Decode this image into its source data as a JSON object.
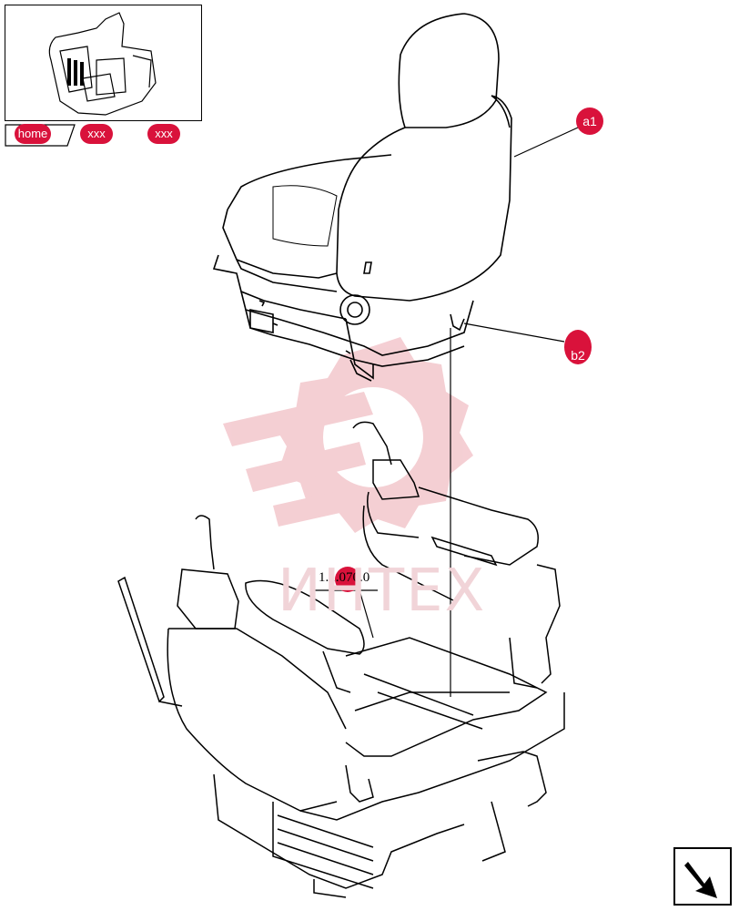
{
  "nav": {
    "tabs": [
      {
        "label": "home"
      },
      {
        "label": "xxx"
      },
      {
        "label": "xxx"
      }
    ]
  },
  "callouts": {
    "a1": "a1",
    "b2": "b2",
    "ref": "1.1.070.0"
  },
  "watermark": "ИНТЕХ",
  "colors": {
    "accent": "#d9123b",
    "watermark": "#f3c7cc",
    "line": "#000000"
  },
  "icons": {
    "next": "next-page-arrow-icon"
  }
}
